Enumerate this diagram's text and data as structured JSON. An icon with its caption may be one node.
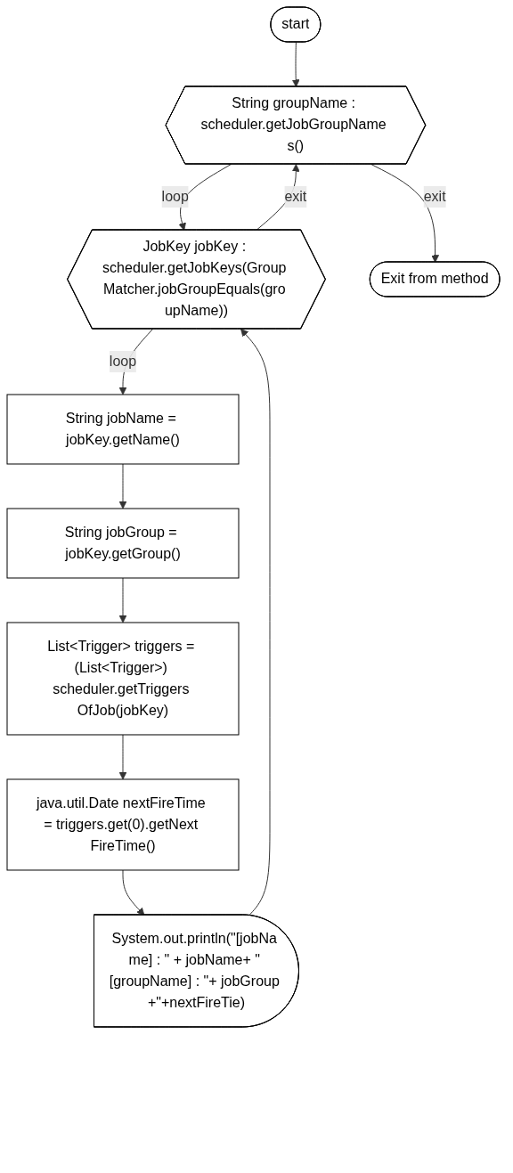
{
  "diagram": {
    "nodes": [
      {
        "text": [
          "start"
        ]
      },
      {
        "text": [
          "String groupName : scheduler.getJobGroupName s()"
        ]
      },
      {
        "text": [
          "JobKey jobKey : scheduler.getJobKeys(Group Matcher.jobGroupEquals(gro upName))"
        ]
      },
      {
        "text": [
          "String jobName = jobKey.getName()"
        ]
      },
      {
        "text": [
          "String jobGroup = jobKey.getGroup()"
        ]
      },
      {
        "text": [
          "List<Trigger> triggers = (List<Trigger>) scheduler.getTriggers OfJob(jobKey)"
        ]
      },
      {
        "text": [
          "java.util.Date nextFireTime = triggers.get(0).getNext FireTime()"
        ]
      },
      {
        "text": [
          "System.out.println(\"[jobNa me] : \" + jobName+ \" [groupName] : \"+ jobGroup +\"+nextFireTie)"
        ]
      },
      {
        "text": [
          "Exit from method"
        ]
      }
    ],
    "edges": [
      {
        "from": 0,
        "to": 1,
        "arrow": "to"
      },
      {
        "from": 1,
        "to": 2,
        "arrow": "to",
        "label": "loop"
      },
      {
        "from": 2,
        "to": 1,
        "arrow": "to",
        "label": "exit"
      },
      {
        "from": 2,
        "to": 3,
        "arrow": "to",
        "label": "loop"
      },
      {
        "from": 3,
        "to": 4,
        "arrow": "to"
      },
      {
        "from": 4,
        "to": 5,
        "arrow": "to"
      },
      {
        "from": 5,
        "to": 6,
        "arrow": "to"
      },
      {
        "from": 6,
        "to": 7,
        "arrow": "to"
      },
      {
        "from": 7,
        "to": 2,
        "arrow": "to"
      },
      {
        "from": 1,
        "to": 8,
        "arrow": "to",
        "label": "exit"
      }
    ]
  }
}
